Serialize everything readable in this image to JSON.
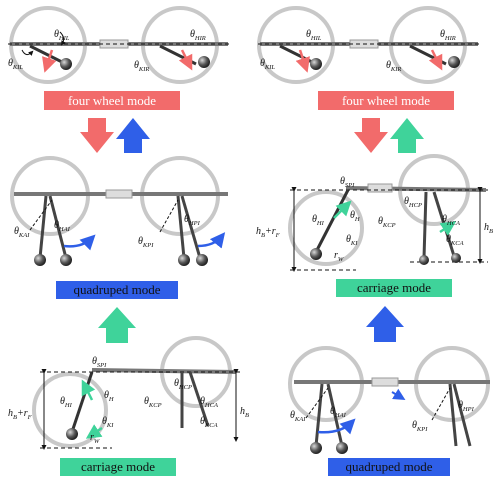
{
  "colors": {
    "four_wheel": "#f26b6b",
    "quadruped": "#2f5fe8",
    "carriage": "#3fd39a",
    "arrow_red": "#f26b6b",
    "arrow_blue": "#2f5fe8",
    "arrow_green": "#3fd39a"
  },
  "panels": {
    "top_left": {
      "mode_label": "four wheel mode"
    },
    "mid_left": {
      "mode_label": "quadruped mode"
    },
    "bottom_left": {
      "mode_label": "carriage mode"
    },
    "top_right": {
      "mode_label": "four wheel mode"
    },
    "mid_right": {
      "mode_label": "carriage mode"
    },
    "bottom_right": {
      "mode_label": "quadruped mode"
    }
  },
  "theta": "θ",
  "angles": {
    "HIL": "HIL",
    "HIR": "HIR",
    "KIL": "KIL",
    "KIR": "KIR",
    "HAI": "HAI",
    "KAI": "KAI",
    "HPI": "HPI",
    "KPI": "KPI",
    "SPI": "SPI",
    "HI": "HI",
    "H": "H",
    "KI": "KI",
    "HCP": "HCP",
    "HCA": "HCA",
    "KCP": "KCP",
    "KCA": "KCA"
  },
  "dims": {
    "hB": "h",
    "hB_sub": "B",
    "rF_label": "h",
    "rF_plus": "+r",
    "rF_sub": "F",
    "rW": "r",
    "rW_sub": "W"
  }
}
